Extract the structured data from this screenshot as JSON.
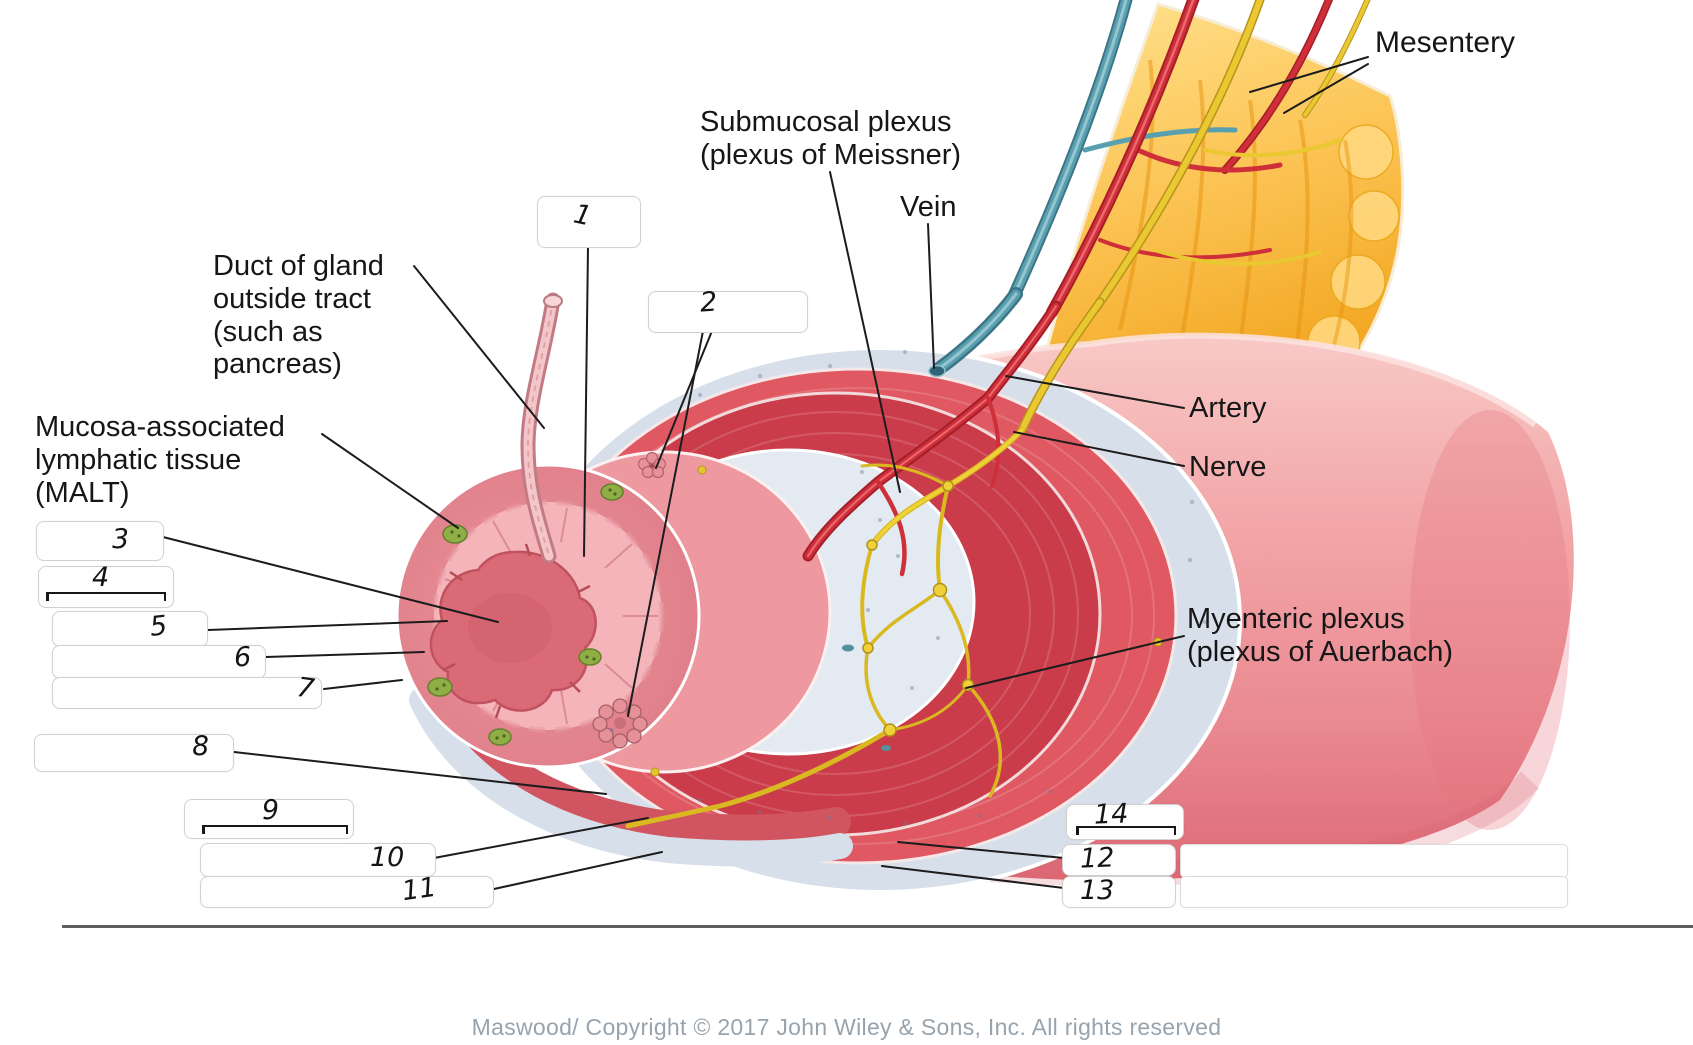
{
  "caption": "Maswood/ Copyright © 2017 John Wiley & Sons, Inc. All rights reserved",
  "labels": {
    "mesentery": "Mesentery",
    "submucosal_plexus": "Submucosal plexus\n(plexus of Meissner)",
    "vein": "Vein",
    "duct_of_gland": "Duct of gland\noutside tract\n(such as\npancreas)",
    "malt": "Mucosa-associated\nlymphatic tissue\n(MALT)",
    "artery": "Artery",
    "nerve": "Nerve",
    "myenteric_plexus": "Myenteric plexus\n(plexus of Auerbach)"
  },
  "blanks": [
    "1",
    "2",
    "3",
    "4",
    "5",
    "6",
    "7",
    "8",
    "9",
    "10",
    "11",
    "12",
    "13",
    "14"
  ],
  "colors": {
    "body_pink": "#f0a3a6",
    "mesentery_yellow": "#fcc658",
    "artery_red": "#ce2f38",
    "vein_teal": "#58a0b0",
    "nerve_yellow": "#eac832",
    "muscle_red": "#ca3c4a",
    "serosa_gray": "#d7e0ea",
    "malt_green": "#8fae45"
  }
}
